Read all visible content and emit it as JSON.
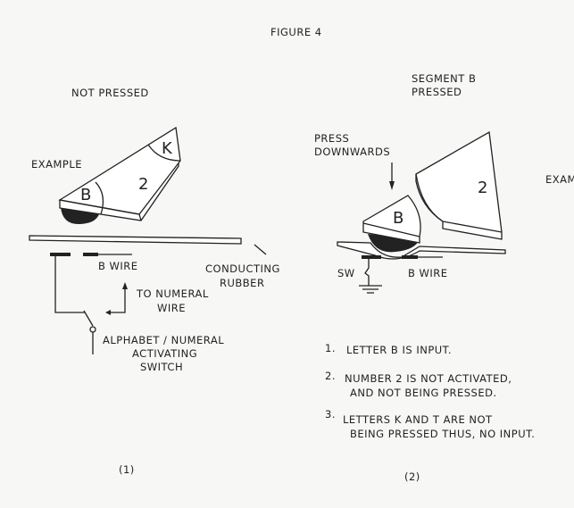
{
  "title": "FIGURE 4",
  "panel1": {
    "heading": "NOT PRESSED",
    "example": "EXAMPLE",
    "key_b": "B",
    "key_2": "2",
    "key_k": "K",
    "b_wire": "B  WIRE",
    "conducting_1": "CONDUCTING",
    "conducting_2": "RUBBER",
    "to_numeral_1": "TO NUMERAL",
    "to_numeral_2": "WIRE",
    "switch_1": "ALPHABET / NUMERAL",
    "switch_2": "ACTIVATING",
    "switch_3": "SWITCH",
    "caption": "(1)"
  },
  "panel2": {
    "heading_1": "SEGMENT  B",
    "heading_2": "PRESSED",
    "press_1": "PRESS",
    "press_2": "DOWNWARDS",
    "example": "EXAMPLE",
    "key_b": "B",
    "key_2": "2",
    "sw": "SW",
    "b_wire": "B  WIRE",
    "notes": [
      {
        "num": "1.",
        "line1": "LETTER  B  IS INPUT.",
        "line2": ""
      },
      {
        "num": "2.",
        "line1": "NUMBER  2  IS NOT ACTIVATED,",
        "line2": "AND NOT BEING PRESSED."
      },
      {
        "num": "3.",
        "line1": "LETTERS  K  AND  T   ARE NOT",
        "line2": "BEING PRESSED   THUS, NO INPUT."
      }
    ],
    "caption": "(2)"
  }
}
